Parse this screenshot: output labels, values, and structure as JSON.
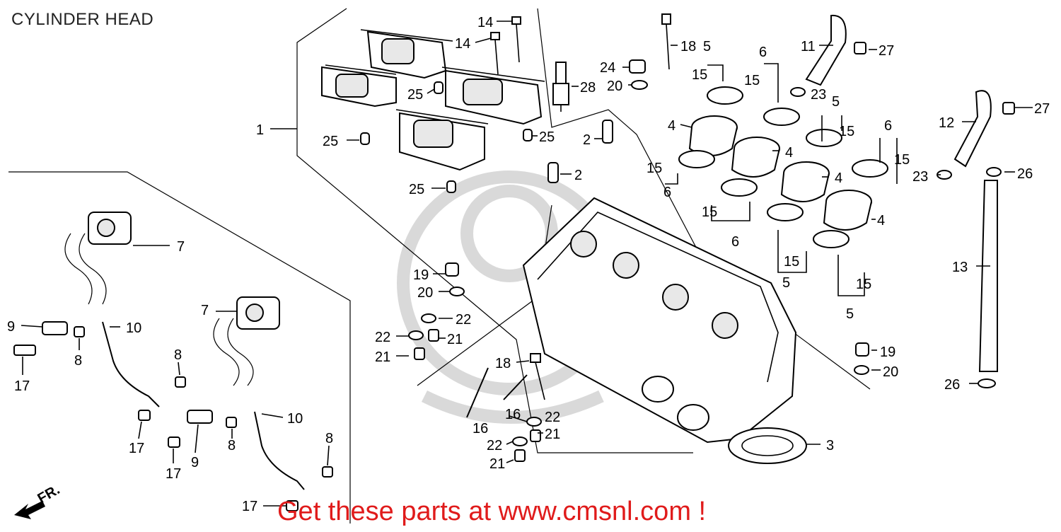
{
  "header": {
    "title": "CYLINDER HEAD"
  },
  "footer": {
    "text": "Get these parts at www.cmsnl.com !"
  },
  "orientation": {
    "label": "FR."
  },
  "colors": {
    "footer_text": "#e01b1b",
    "line": "#000000",
    "background": "#ffffff"
  },
  "callouts": [
    {
      "id": "c1",
      "text": "1"
    },
    {
      "id": "c14a",
      "text": "14"
    },
    {
      "id": "c14b",
      "text": "14"
    },
    {
      "id": "c18a",
      "text": "18"
    },
    {
      "id": "c5a",
      "text": "5"
    },
    {
      "id": "c6a",
      "text": "6"
    },
    {
      "id": "c11",
      "text": "11"
    },
    {
      "id": "c27a",
      "text": "27"
    },
    {
      "id": "c24",
      "text": "24"
    },
    {
      "id": "c28",
      "text": "28"
    },
    {
      "id": "c20a",
      "text": "20"
    },
    {
      "id": "c15a",
      "text": "15"
    },
    {
      "id": "c15b",
      "text": "15"
    },
    {
      "id": "c23a",
      "text": "23"
    },
    {
      "id": "c5b",
      "text": "5"
    },
    {
      "id": "c12",
      "text": "12"
    },
    {
      "id": "c27b",
      "text": "27"
    },
    {
      "id": "c25a",
      "text": "25"
    },
    {
      "id": "c25b",
      "text": "25"
    },
    {
      "id": "c25c",
      "text": "25"
    },
    {
      "id": "c25d",
      "text": "25"
    },
    {
      "id": "c2a",
      "text": "2"
    },
    {
      "id": "c2b",
      "text": "2"
    },
    {
      "id": "c4a",
      "text": "4"
    },
    {
      "id": "c4b",
      "text": "4"
    },
    {
      "id": "c4c",
      "text": "4"
    },
    {
      "id": "c4d",
      "text": "4"
    },
    {
      "id": "c15c",
      "text": "15"
    },
    {
      "id": "c6b",
      "text": "6"
    },
    {
      "id": "c15d",
      "text": "15"
    },
    {
      "id": "c23b",
      "text": "23"
    },
    {
      "id": "c26a",
      "text": "26"
    },
    {
      "id": "c15e",
      "text": "15"
    },
    {
      "id": "c6c",
      "text": "6"
    },
    {
      "id": "c15f",
      "text": "15"
    },
    {
      "id": "c6d",
      "text": "6"
    },
    {
      "id": "c15g",
      "text": "15"
    },
    {
      "id": "c5c",
      "text": "5"
    },
    {
      "id": "c15h",
      "text": "15"
    },
    {
      "id": "c5d",
      "text": "5"
    },
    {
      "id": "c13",
      "text": "13"
    },
    {
      "id": "c7a",
      "text": "7"
    },
    {
      "id": "c19a",
      "text": "19"
    },
    {
      "id": "c20b",
      "text": "20"
    },
    {
      "id": "c22a",
      "text": "22"
    },
    {
      "id": "c22b",
      "text": "22"
    },
    {
      "id": "c21a",
      "text": "21"
    },
    {
      "id": "c21b",
      "text": "21"
    },
    {
      "id": "c19b",
      "text": "19"
    },
    {
      "id": "c20c",
      "text": "20"
    },
    {
      "id": "c26b",
      "text": "26"
    },
    {
      "id": "c9a",
      "text": "9"
    },
    {
      "id": "c10a",
      "text": "10"
    },
    {
      "id": "c8a",
      "text": "8"
    },
    {
      "id": "c17a",
      "text": "17"
    },
    {
      "id": "c7b",
      "text": "7"
    },
    {
      "id": "c8b",
      "text": "8"
    },
    {
      "id": "c18b",
      "text": "18"
    },
    {
      "id": "c16a",
      "text": "16"
    },
    {
      "id": "c16b",
      "text": "16"
    },
    {
      "id": "c22c",
      "text": "22"
    },
    {
      "id": "c21c",
      "text": "21"
    },
    {
      "id": "c22d",
      "text": "22"
    },
    {
      "id": "c21d",
      "text": "21"
    },
    {
      "id": "c3",
      "text": "3"
    },
    {
      "id": "c10b",
      "text": "10"
    },
    {
      "id": "c17b",
      "text": "17"
    },
    {
      "id": "c9b",
      "text": "9"
    },
    {
      "id": "c8c",
      "text": "8"
    },
    {
      "id": "c17c",
      "text": "17"
    },
    {
      "id": "c8d",
      "text": "8"
    },
    {
      "id": "c17d",
      "text": "17"
    }
  ]
}
